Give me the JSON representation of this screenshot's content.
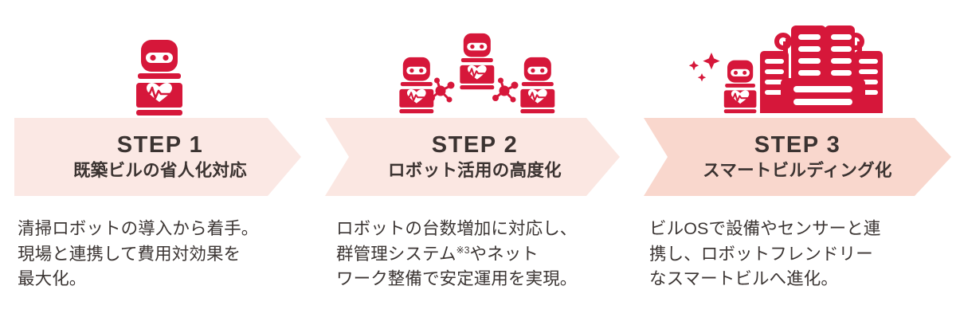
{
  "theme": {
    "brand_red": "#D6173A",
    "banner_light": "#fbe8e4",
    "banner_strong": "#f9d7cd",
    "text_dark": "#3b3331"
  },
  "steps": [
    {
      "title": "STEP 1",
      "subtitle": "既築ビルの省人化対応",
      "icon_name": "single-robot-icon",
      "body_lines": [
        "清掃ロボットの導入から着手。",
        "現場と連携して費用対効果を",
        "最大化。"
      ]
    },
    {
      "title": "STEP 2",
      "subtitle": "ロボット活用の高度化",
      "icon_name": "three-robots-network-icon",
      "body_lines": [
        "ロボットの台数増加に対応し、",
        "群管理システム",
        "やネット",
        "ワーク整備で安定運用を実現。"
      ],
      "footnote_marker": "※3"
    },
    {
      "title": "STEP 3",
      "subtitle": "スマートビルディング化",
      "icon_name": "robot-smart-building-icon",
      "body_lines": [
        "ビルOSで設備やセンサーと連",
        "携し、ロボットフレンドリー",
        "なスマートビルへ進化。"
      ]
    }
  ]
}
